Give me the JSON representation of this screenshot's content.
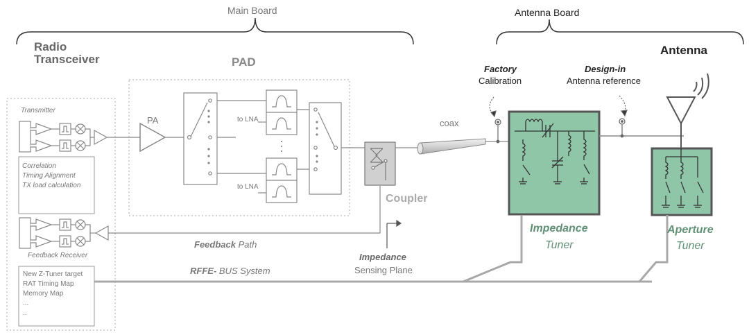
{
  "braces": {
    "main_board": "Main Board",
    "antenna_board": "Antenna Board"
  },
  "titles": {
    "radio_transceiver_line1": "Radio",
    "radio_transceiver_line2": "Transceiver",
    "pad": "PAD",
    "antenna": "Antenna"
  },
  "transceiver": {
    "transmitter": "Transmitter",
    "correlation_lines": [
      "Correlation",
      "Timing Alignment",
      "TX load calculation"
    ],
    "feedback_receiver": "Feedback Receiver",
    "memory_lines": [
      "New Z-Tuner target",
      "RAT Timing Map",
      "Memory Map",
      "...",
      ".."
    ]
  },
  "pad": {
    "pa": "PA",
    "to_lna_top": "to LNA",
    "to_lna_bottom": "to LNA"
  },
  "signal": {
    "coax": "coax",
    "coupler": "Coupler",
    "feedback_bold": "Feedback",
    "feedback_rest": " Path",
    "rffe_bold": "RFFE-",
    "rffe_rest": " BUS System",
    "impedance_bold": "Impedance",
    "sensing_plane": "Sensing Plane"
  },
  "annotations": {
    "factory_bold": "Factory",
    "calibration": "Calibration",
    "design_in_bold": "Design-in",
    "antenna_reference": "Antenna reference"
  },
  "tuners": {
    "impedance_line1": "Impedance",
    "impedance_line2": "Tuner",
    "aperture_line1": "Aperture",
    "aperture_line2": "Tuner"
  },
  "colors": {
    "tuner_fill": "#8fc6a8",
    "tuner_label": "#5f8f74",
    "line_gray": "#9a9a9a"
  }
}
